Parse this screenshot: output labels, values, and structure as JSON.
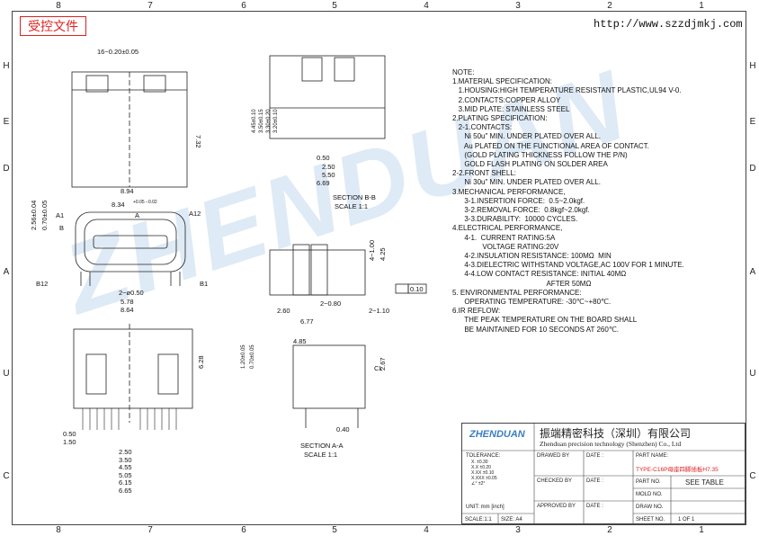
{
  "stamp": "受控文件",
  "url": "http://www.szzdjmkj.com",
  "grid": {
    "cols_top": [
      "8",
      "7",
      "6",
      "5",
      "4",
      "3",
      "2",
      "1"
    ],
    "cols_bottom": [
      "8",
      "7",
      "6",
      "5",
      "4",
      "3",
      "2",
      "1"
    ],
    "rows_left": [
      "H",
      "E",
      "D",
      "A",
      "U",
      "C"
    ],
    "rows_right": [
      "H",
      "E",
      "D",
      "A",
      "U",
      "C"
    ]
  },
  "watermark": "ZHENDUAN",
  "dims": {
    "top_width": "16−0.20±0.05",
    "height_732": "7.32",
    "w_894": "8.94",
    "w_834": "8.34",
    "tol_834": "+0.05 −0.02",
    "a1": "A1",
    "a12": "A12",
    "b12": "B12",
    "b1": "B1",
    "marker_a": "A",
    "marker_b": "B",
    "v256": "2.56±0.04",
    "v070": "0.70±0.05",
    "d2050": "2−ø0.50",
    "w578": "5.78",
    "w864": "8.64",
    "s445": "4.45±0.10",
    "s350": "3.50±0.15",
    "s330": "3.30±0.20",
    "s320": "3.20±0.10",
    "h050": "0.50",
    "h250": "2.50",
    "h550": "5.50",
    "h669": "6.69",
    "section_bb": "SECTION B-B",
    "scale_bb": "SCALE 1:1",
    "v100": "4−1.00",
    "v425": "4.25",
    "f010": "0.10",
    "h260": "2.60",
    "h280": "2−0.80",
    "h110": "2−1.10",
    "h677": "6.77",
    "h485": "4.85",
    "v120": "1.20±0.05",
    "v070b": "0.70±0.05",
    "v267": "2.67",
    "h040": "0.40",
    "cl": "CL",
    "v628": "6.28",
    "b050": "0.50",
    "b150": "1.50",
    "b250": "2.50",
    "b350": "3.50",
    "b455": "4.55",
    "b505": "5.05",
    "b615": "6.15",
    "b665": "6.65",
    "section_aa": "SECTION A-A",
    "scale_aa": "SCALE 1:1"
  },
  "notes": "NOTE:\n1.MATERIAL SPECIFICATION:\n   1.HOUSING:HIGH TEMPERATURE RESISTANT PLASTIC,UL94 V-0.\n   2.CONTACTS:COPPER ALLOY\n   3.MID PLATE: STAINLESS STEEL\n2.PLATING SPECIFICATION:\n   2-1.CONTACTS:\n      Ni 50u\" MIN. UNDER PLATED OVER ALL.\n      Au PLATED ON THE FUNCTIONAL AREA OF CONTACT.\n      (GOLD PLATING THICKNESS FOLLOW THE P/N)\n      GOLD FLASH PLATING ON SOLDER AREA\n2-2.FRONT SHELL:\n      Ni 30u\" MIN. UNDER PLATED OVER ALL.\n3.MECHANICAL PERFORMANCE,\n      3-1.INSERTION FORCE:  0.5~2.0kgf.\n      3-2.REMOVAL FORCE:  0.8kgf~2.0kgf.\n      3-3.DURABILITY:  10000 CYCLES.\n4.ELECTRICAL PERFORMANCE,\n      4-1.  CURRENT RATING:5A\n               VOLTAGE RATING:20V\n      4-2.INSULATION RESISTANCE: 100MΩ  MIN\n      4-3.DIELECTRIC WITHSTAND VOLTAGE,AC 100V FOR 1 MINUTE.\n      4-4.LOW CONTACT RESISTANCE: INITIAL 40MΩ\n                                               AFTER 50MΩ\n5. ENVIRONMENTAL PERFORMANCE:\n      OPERATING TEMPERATURE: -30℃~+80℃.\n6.IR REFLOW:\n      THE PEAK TEMPERATURE ON THE BOARD SHALL\n      BE MAINTAINED FOR 10 SECONDS AT 260℃.",
  "titleblock": {
    "logo": "ZHENDUAN",
    "company_cn": "振端精密科技（深圳）有限公司",
    "company_en": "Zhenduan precision technology (Shenzhen) Co., Ltd",
    "tolerance_label": "TOLERANCE:",
    "tol_rows": [
      "X.    ±0.30",
      "X.X   ±0.20",
      "X.XX  ±0.10",
      "X.XXX ±0.05",
      "∠°    ±2°"
    ],
    "unit": "UNIT: mm [inch]",
    "scale": "SCALE:1:1",
    "size": "SIZE: A4",
    "drawed_by": "DRAWED BY",
    "checked_by": "CHECKED BY",
    "approved_by": "APPROVED BY",
    "date": "DATE :",
    "part_name_label": "PART NAME:",
    "part_name": "TYPE-C16P母座四脚插板H7.35",
    "part_no": "PART NO.",
    "see_table": "SEE TABLE",
    "mold_no": "MOLD NO.",
    "draw_no": "DRAW NO.",
    "sheet_no": "SHEET NO.",
    "sheet_val": "1 OF 1"
  }
}
